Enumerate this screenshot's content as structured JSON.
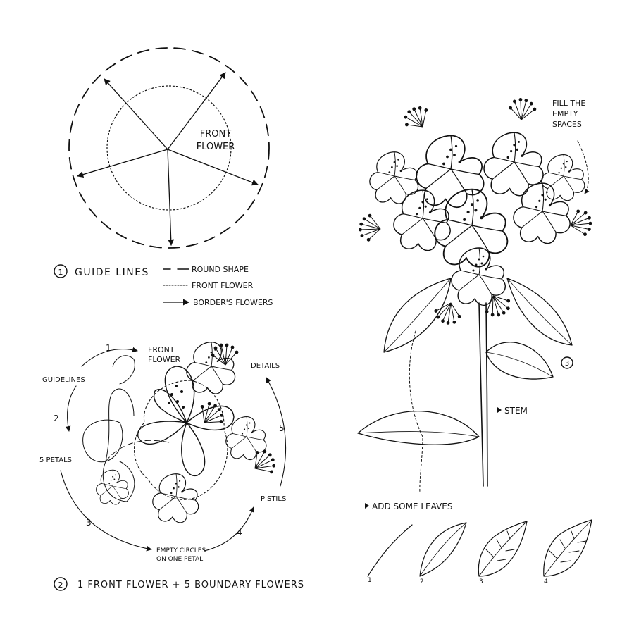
{
  "step1": {
    "circle_label_line1": "FRONT",
    "circle_label_line2": "FLOWER",
    "title": "GUIDE LINES",
    "legend": [
      {
        "label": "ROUND SHAPE"
      },
      {
        "label": "FRONT FLOWER"
      },
      {
        "label": "BORDER'S FLOWERS"
      }
    ]
  },
  "step2": {
    "front_flower_line1": "FRONT",
    "front_flower_line2": "FLOWER",
    "guidelines": "GUIDELINES",
    "five_petals": "5 PETALS",
    "details": "DETAILS",
    "pistils": "PISTILS",
    "empty_circles_line1": "EMPTY CIRCLES",
    "empty_circles_line2": "ON ONE PETAL",
    "steps": [
      "1",
      "2",
      "3",
      "4",
      "5"
    ],
    "title": "1 FRONT FLOWER + 5 BOUNDARY FLOWERS"
  },
  "step3": {
    "fill_line1": "FILL THE",
    "fill_line2": "EMPTY",
    "fill_line3": "SPACES",
    "stem": "STEM",
    "add_leaves": "ADD SOME LEAVES",
    "leaf_steps": [
      "1",
      "2",
      "3",
      "4"
    ]
  },
  "step_numbers": [
    "1",
    "2",
    "3"
  ]
}
